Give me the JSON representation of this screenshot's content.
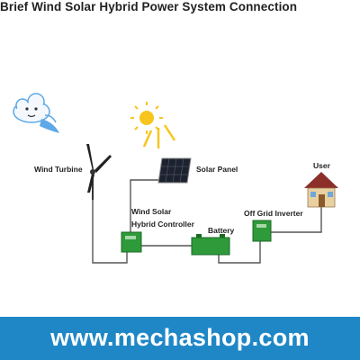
{
  "title": "Brief Wind Solar Hybrid Power System Connection",
  "labels": {
    "wind_turbine": "Wind Turbine",
    "solar_panel": "Solar Panel",
    "controller_line1": "Wind Solar",
    "controller_line2": "Hybrid Controller",
    "battery": "Battery",
    "inverter": "Off Grid Inverter",
    "user": "User"
  },
  "footer": {
    "website": "www.mechashop.com"
  },
  "colors": {
    "equipment_green": "#2e9a3a",
    "sun_yellow": "#f7c51e",
    "banner_blue": "#1f87c6",
    "wire": "#555555",
    "cloud_blue": "#5da8e6"
  },
  "icons": [
    "cloud-icon",
    "sun-icon",
    "wind-turbine-icon",
    "solar-panel-icon",
    "controller-icon",
    "battery-icon",
    "inverter-icon",
    "house-icon"
  ]
}
